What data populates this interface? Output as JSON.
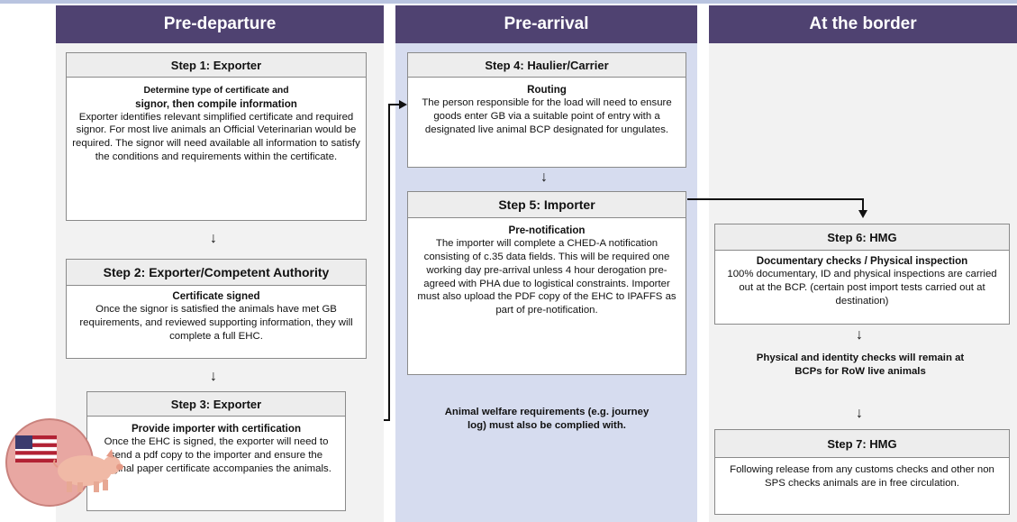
{
  "columns": {
    "pre_departure": "Pre-departure",
    "pre_arrival": "Pre-arrival",
    "at_border": "At the border"
  },
  "steps": {
    "s1": {
      "title": "Step 1: Exporter",
      "sub_a": "Determine type of certificate and",
      "sub_b": "signor, then compile information",
      "body": "Exporter identifies relevant simplified certificate and required signor. For most live animals  an Official Veterinarian would be required. The signor will need available all information to satisfy the conditions and requirements within the certificate."
    },
    "s2": {
      "title": "Step 2: Exporter/Competent Authority",
      "sub": "Certificate signed",
      "body": "Once the signor is satisfied the animals have met GB requirements, and reviewed supporting information, they will complete a full EHC."
    },
    "s3": {
      "title": "Step 3: Exporter",
      "sub": "Provide importer with certification",
      "body": "Once the EHC is signed, the exporter will need to send a pdf copy to the importer and ensure the original paper certificate accompanies the animals."
    },
    "s4": {
      "title": "Step 4: Haulier/Carrier",
      "sub": "Routing",
      "body": "The person responsible for the load will need to ensure goods enter GB via a suitable point of entry with a designated live animal BCP designated  for ungulates."
    },
    "s5": {
      "title": "Step 5: Importer",
      "sub": "Pre-notification",
      "body": "The importer will complete a CHED-A notification consisting of c.35 data fields. This will be required one working day  pre-arrival unless 4 hour derogation pre-agreed with PHA due to logistical constraints. Importer must also upload the PDF copy of the EHC to IPAFFS as part of pre-notification."
    },
    "s6": {
      "title": "Step 6: HMG",
      "sub": "Documentary checks / Physical inspection",
      "body": "100% documentary, ID and physical inspections are carried out at the BCP. (certain post import tests carried out at destination)"
    },
    "s7": {
      "title": "Step 7: HMG",
      "body": "Following release from any customs checks and other non  SPS checks animals are in free circulation."
    }
  },
  "notes": {
    "welfare": "Animal welfare requirements (e.g. journey log) must also be complied with.",
    "checks": "Physical and identity checks will remain at BCPs for RoW live animals"
  },
  "icons": {
    "arrow_down": "↓",
    "flag": "us-flag-icon",
    "pig": "pig-icon"
  },
  "colors": {
    "header_bg": "#4f4271",
    "pre_arrival_bg": "#d6dcef",
    "column_bg": "#f2f2f2"
  }
}
